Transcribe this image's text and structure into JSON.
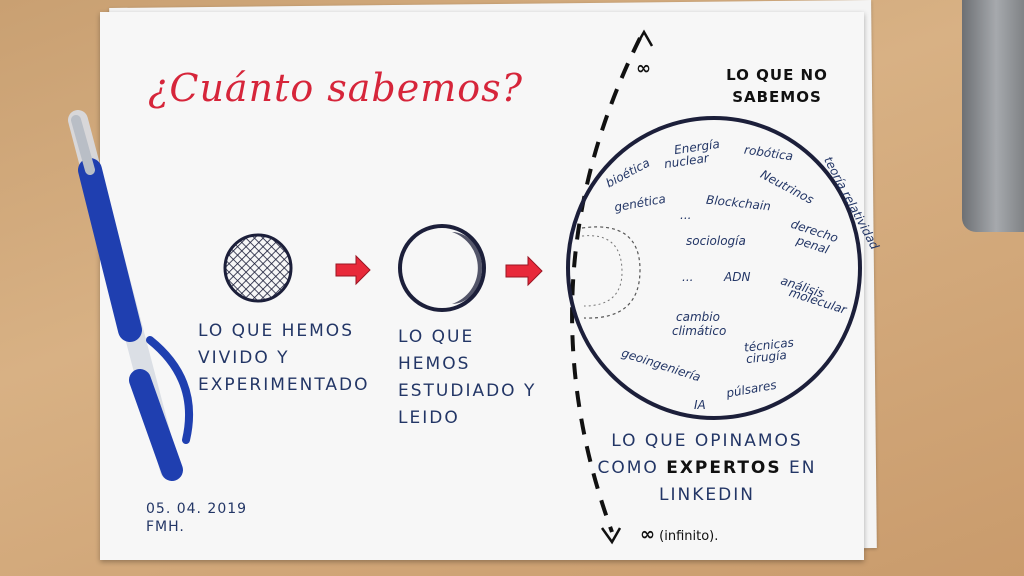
{
  "title": "¿Cuánto sabemos?",
  "lived": [
    "LO QUE HEMOS",
    "VIVIDO Y",
    "EXPERIMENTADO"
  ],
  "studied": [
    "LO QUE",
    "HEMOS",
    "ESTUDIADO Y",
    "LEIDO"
  ],
  "not_known": [
    "LO QUE NO",
    "SABEMOS"
  ],
  "opinion": {
    "line1": "LO QUE OPINAMOS",
    "line2_pre": "COMO ",
    "line2_bold": "EXPERTOS",
    "line2_post": " EN",
    "line3": "LINKEDIN"
  },
  "infinity_top": "∞",
  "infinity_bottom_symbol": "∞",
  "infinity_bottom_text": "(infinito).",
  "date": "05. 04. 2019",
  "author": "FMH.",
  "topics": {
    "t1": "bioética",
    "t2": "Energía",
    "t3": "nuclear",
    "t4": "robótica",
    "t5": "teoría relatividad",
    "t6": "Neutrinos",
    "t7": "genética",
    "t8": "Blockchain",
    "t9": "derecho",
    "t10": "penal",
    "t11": "sociología",
    "t12": "ADN",
    "t13": "análisis",
    "t14": "molecular",
    "t15": "cambio",
    "t16": "climático",
    "t17": "técnicas",
    "t18": "cirugía",
    "t19": "geoingeniería",
    "t20": "púlsares",
    "t21": "IA",
    "t22": "...",
    "t23": "..."
  },
  "colors": {
    "ink_blue": "#233666",
    "marker_red": "#d6253a",
    "black": "#111111"
  }
}
